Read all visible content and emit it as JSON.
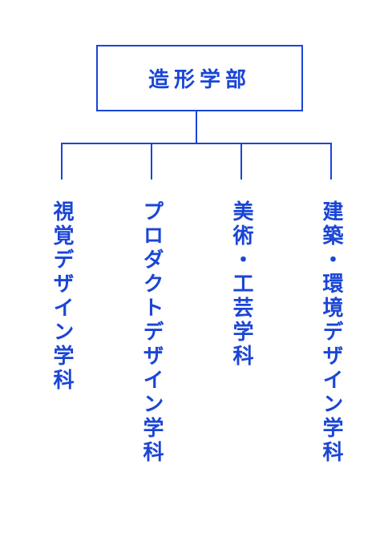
{
  "colors": {
    "accent": "#1a45d6"
  },
  "root": {
    "label": "造形学部"
  },
  "children": [
    {
      "label": "視覚デザイン学科"
    },
    {
      "label": "プロダクトデザイン学科"
    },
    {
      "label": "美術・工芸学科"
    },
    {
      "label": "建築・環境デザイン学科"
    }
  ]
}
